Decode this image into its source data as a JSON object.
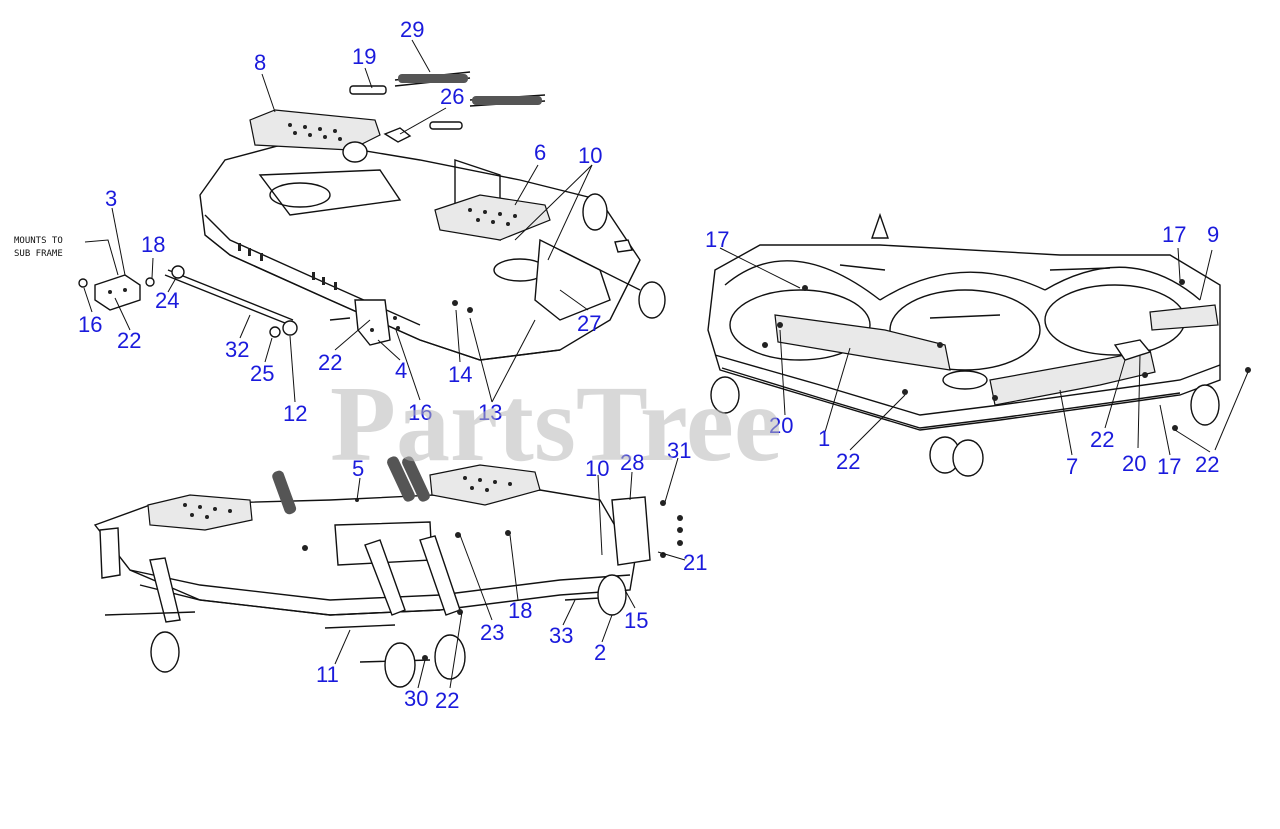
{
  "watermark": "PartsTree",
  "note": {
    "line1": "MOUNTS TO",
    "line2": "SUB FRAME"
  },
  "callouts": {
    "c8": "8",
    "c19": "19",
    "c29": "29",
    "c26": "26",
    "c6": "6",
    "c10a": "10",
    "c3": "3",
    "c18a": "18",
    "c16a": "16",
    "c22a": "22",
    "c24": "24",
    "c32": "32",
    "c25": "25",
    "c12": "12",
    "c22b": "22",
    "c4": "4",
    "c14": "14",
    "c16b": "16",
    "c13": "13",
    "c27": "27",
    "c17a": "17",
    "c17b": "17",
    "c9": "9",
    "c20a": "20",
    "c1": "1",
    "c22c": "22",
    "c22d": "22",
    "c20b": "20",
    "c7": "7",
    "c17c": "17",
    "c22e": "22",
    "c5": "5",
    "c10b": "10",
    "c28": "28",
    "c31": "31",
    "c21": "21",
    "c15": "15",
    "c18b": "18",
    "c23": "23",
    "c33": "33",
    "c2": "2",
    "c11": "11",
    "c30": "30",
    "c22f": "22"
  }
}
